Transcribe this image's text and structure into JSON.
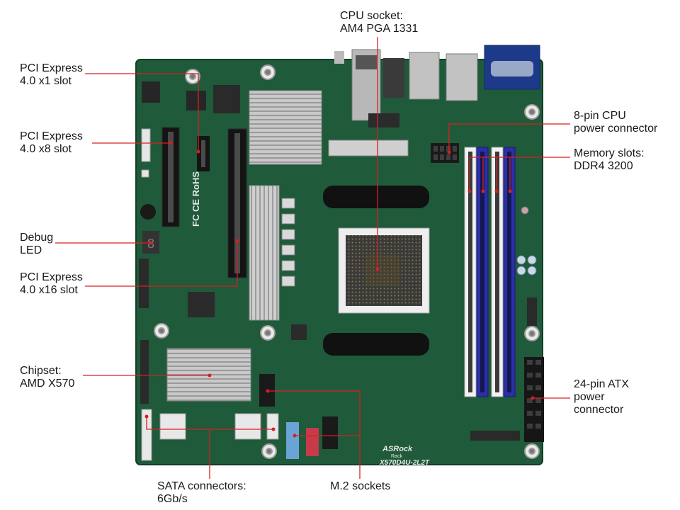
{
  "labels": {
    "cpu_socket": [
      "CPU socket:",
      "AM4 PGA 1331"
    ],
    "pcie_x1": [
      "PCI Express",
      "4.0 x1 slot"
    ],
    "pcie_x8": [
      "PCI Express",
      "4.0 x8 slot"
    ],
    "debug_led": [
      "Debug",
      "LED"
    ],
    "pcie_x16": [
      "PCI Express",
      "4.0 x16 slot"
    ],
    "chipset": [
      "Chipset:",
      "AMD X570"
    ],
    "sata": [
      "SATA connectors:",
      "6Gb/s"
    ],
    "m2": [
      "M.2 sockets"
    ],
    "cpu_power": [
      "8-pin CPU",
      "power connector"
    ],
    "memory": [
      "Memory slots:",
      "DDR4 3200"
    ],
    "atx_power": [
      "24-pin ATX",
      "power",
      "connector"
    ]
  },
  "board": {
    "brand": "ASRock",
    "brand_sub": "Rack",
    "model": "X570D4U-2L2T",
    "cert_marks": "FC CE RoHS"
  },
  "colors": {
    "pcb": "#1f5a3a",
    "leader": "#d62020",
    "dimm_blue": "#2b2fa8",
    "dimm_white": "#f2f2f2"
  }
}
